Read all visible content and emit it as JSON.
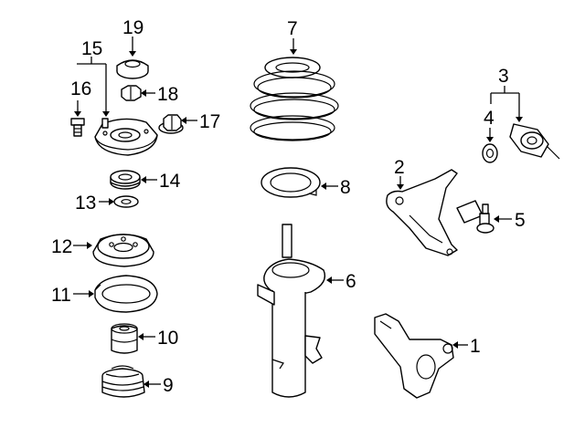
{
  "diagram": {
    "callouts": [
      {
        "id": "1",
        "text": "1"
      },
      {
        "id": "2",
        "text": "2"
      },
      {
        "id": "3",
        "text": "3"
      },
      {
        "id": "4",
        "text": "4"
      },
      {
        "id": "5",
        "text": "5"
      },
      {
        "id": "6",
        "text": "6"
      },
      {
        "id": "7",
        "text": "7"
      },
      {
        "id": "8",
        "text": "8"
      },
      {
        "id": "9",
        "text": "9"
      },
      {
        "id": "10",
        "text": "10"
      },
      {
        "id": "11",
        "text": "11"
      },
      {
        "id": "12",
        "text": "12"
      },
      {
        "id": "13",
        "text": "13"
      },
      {
        "id": "14",
        "text": "14"
      },
      {
        "id": "15",
        "text": "15"
      },
      {
        "id": "16",
        "text": "16"
      },
      {
        "id": "17",
        "text": "17"
      },
      {
        "id": "18",
        "text": "18"
      },
      {
        "id": "19",
        "text": "19"
      }
    ],
    "parts": [
      {
        "id": "1",
        "shape": "steering-knuckle"
      },
      {
        "id": "2",
        "shape": "lower-control-arm"
      },
      {
        "id": "3",
        "shape": "arm-bushing-bracket"
      },
      {
        "id": "4",
        "shape": "bushing"
      },
      {
        "id": "5",
        "shape": "ball-joint"
      },
      {
        "id": "6",
        "shape": "strut"
      },
      {
        "id": "7",
        "shape": "coil-spring"
      },
      {
        "id": "8",
        "shape": "spring-insulator"
      },
      {
        "id": "9",
        "shape": "bump-stop-boot"
      },
      {
        "id": "10",
        "shape": "bump-stop"
      },
      {
        "id": "11",
        "shape": "lower-spring-seat"
      },
      {
        "id": "12",
        "shape": "upper-spring-seat"
      },
      {
        "id": "13",
        "shape": "washer"
      },
      {
        "id": "14",
        "shape": "bearing"
      },
      {
        "id": "15",
        "shape": "strut-mount"
      },
      {
        "id": "16",
        "shape": "mount-bolt"
      },
      {
        "id": "17",
        "shape": "flange-nut"
      },
      {
        "id": "18",
        "shape": "hex-nut"
      },
      {
        "id": "19",
        "shape": "dust-cap"
      }
    ]
  }
}
